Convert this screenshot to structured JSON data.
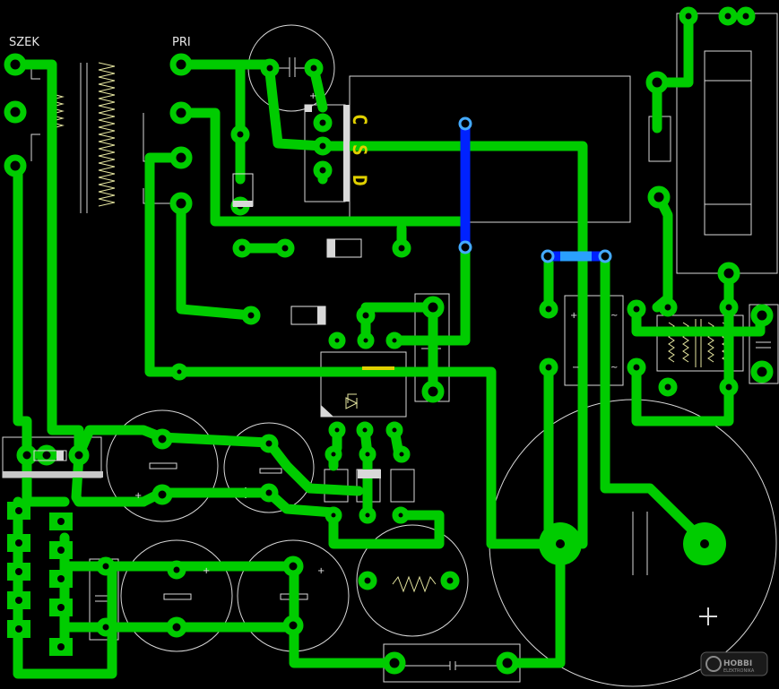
{
  "labels": {
    "secondary": "SZEK",
    "primary": "PRI",
    "socket_letters": [
      "C",
      "S",
      "D"
    ]
  },
  "watermark": {
    "brand": "HOBBI",
    "sub": "ELEKTRONIKA"
  },
  "colors": {
    "background": "#000000",
    "copper_top": "#00cc00",
    "copper_bottom": "#0022ff",
    "silkscreen": "#f2f2a0",
    "outline": "#ffffff",
    "socket_text": "#e0d000"
  }
}
